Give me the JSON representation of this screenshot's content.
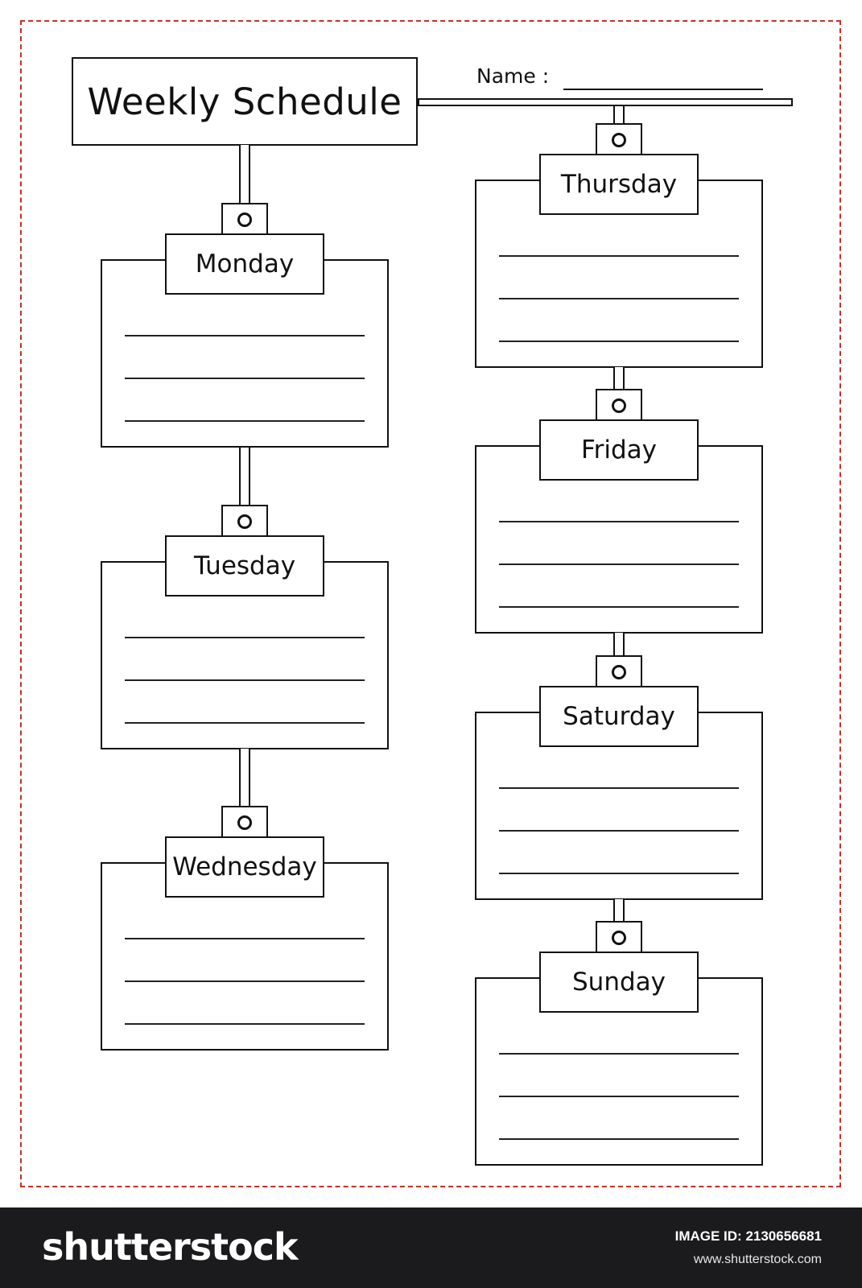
{
  "worksheet": {
    "title": "Weekly Schedule",
    "name_label": "Name :",
    "days": [
      "Monday",
      "Tuesday",
      "Wednesday",
      "Thursday",
      "Friday",
      "Saturday",
      "Sunday"
    ]
  },
  "footer": {
    "logo": "shutterstock",
    "image_id": "IMAGE ID: 2130656681",
    "site": "www.shutterstock.com"
  },
  "colors": {
    "border_dashed": "#c4302b",
    "line": "#111111",
    "footer_bg": "#1b1b1d"
  }
}
